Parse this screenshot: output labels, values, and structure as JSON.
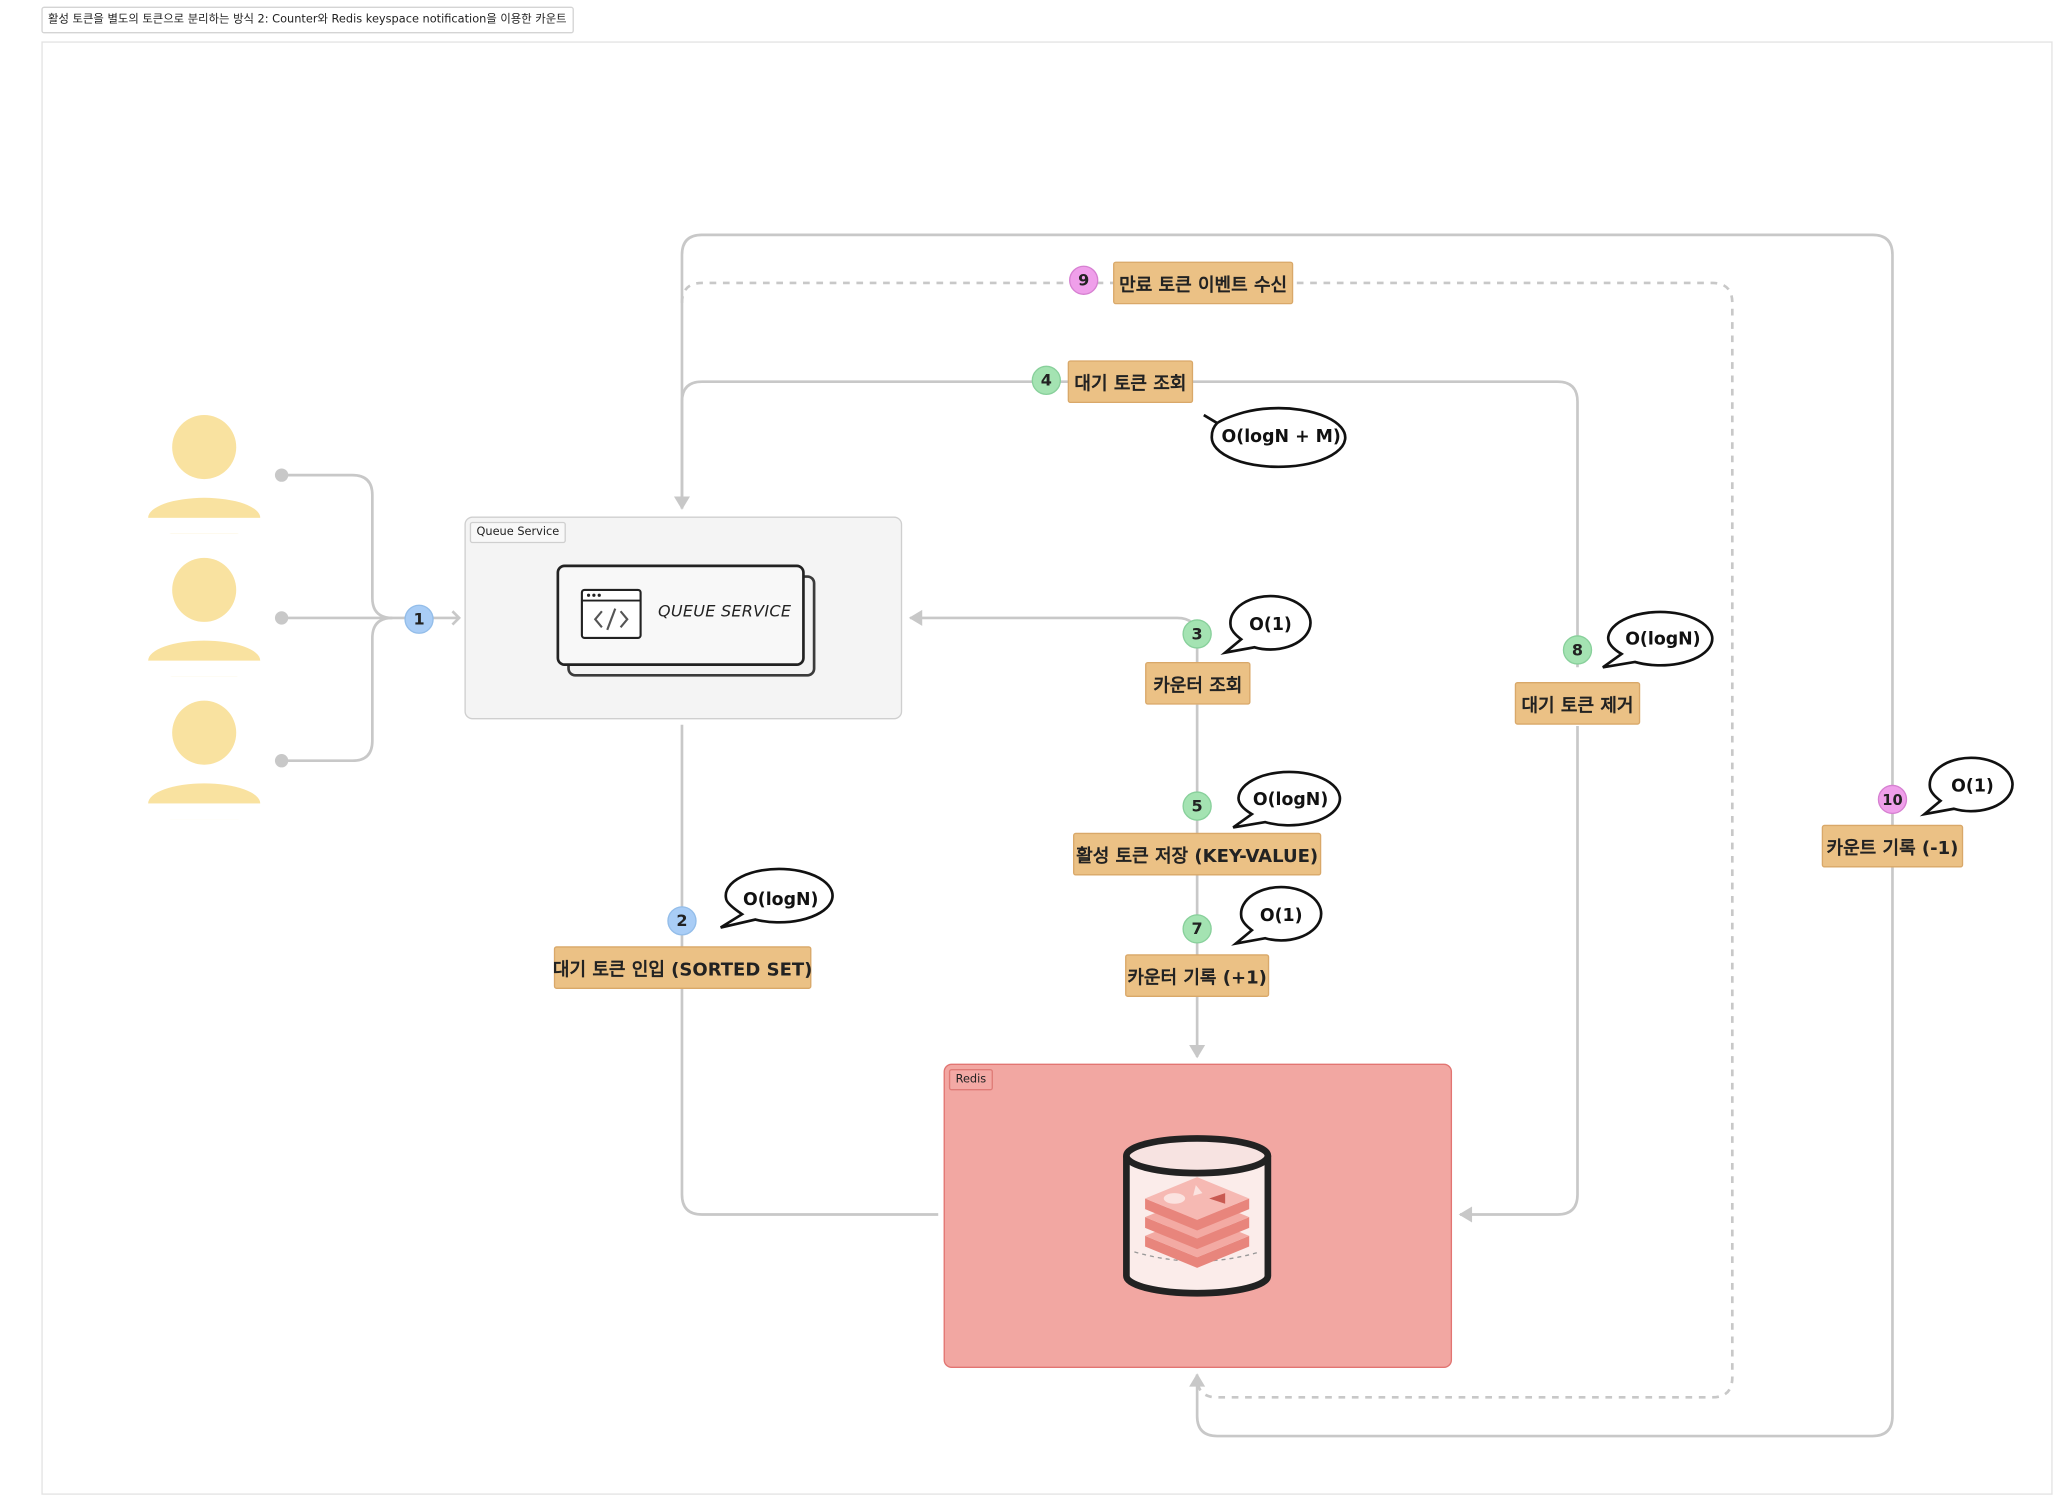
{
  "page": {
    "title": "활성 토큰을 별도의 토큰으로 분리하는 방식 2: Counter와 Redis keyspace notification을 이용한 카운트"
  },
  "groups": {
    "queue_service": {
      "tag": "Queue Service",
      "node_label": "QUEUE SERVICE"
    },
    "redis": {
      "tag": "Redis"
    }
  },
  "actors": [
    {
      "name": "user-1-icon"
    },
    {
      "name": "user-2-icon"
    },
    {
      "name": "user-3-icon"
    }
  ],
  "steps": [
    {
      "id": "1",
      "number": "1",
      "label": "",
      "complexity": "",
      "color": "blue"
    },
    {
      "id": "2",
      "number": "2",
      "label": "대기 토큰 인입 (SORTED SET)",
      "complexity": "O(logN)",
      "color": "blue"
    },
    {
      "id": "3",
      "number": "3",
      "label": "카운터 조회",
      "complexity": "O(1)",
      "color": "green"
    },
    {
      "id": "4",
      "number": "4",
      "label": "대기 토큰 조회",
      "complexity": "O(logN + M)",
      "color": "green"
    },
    {
      "id": "5",
      "number": "5",
      "label": "활성 토큰 저장 (KEY-VALUE)",
      "complexity": "O(logN)",
      "color": "green"
    },
    {
      "id": "7",
      "number": "7",
      "label": "카운터 기록 (+1)",
      "complexity": "O(1)",
      "color": "green"
    },
    {
      "id": "8",
      "number": "8",
      "label": "대기 토큰 제거",
      "complexity": "O(logN)",
      "color": "green"
    },
    {
      "id": "9",
      "number": "9",
      "label": "만료 토큰 이벤트 수신",
      "complexity": "",
      "color": "pink"
    },
    {
      "id": "10",
      "number": "10",
      "label": "카운트 기록 (-1)",
      "complexity": "O(1)",
      "color": "pink"
    }
  ],
  "colors": {
    "edge": "#c8c8c8",
    "label_fill": "#ebc185",
    "badge_blue": "#a9cdf6",
    "badge_green": "#a4e3b2",
    "badge_pink": "#ef9fea",
    "person": "#f9e2a0",
    "redis_group": "#f2a7a2",
    "queue_group": "#f4f4f4"
  }
}
